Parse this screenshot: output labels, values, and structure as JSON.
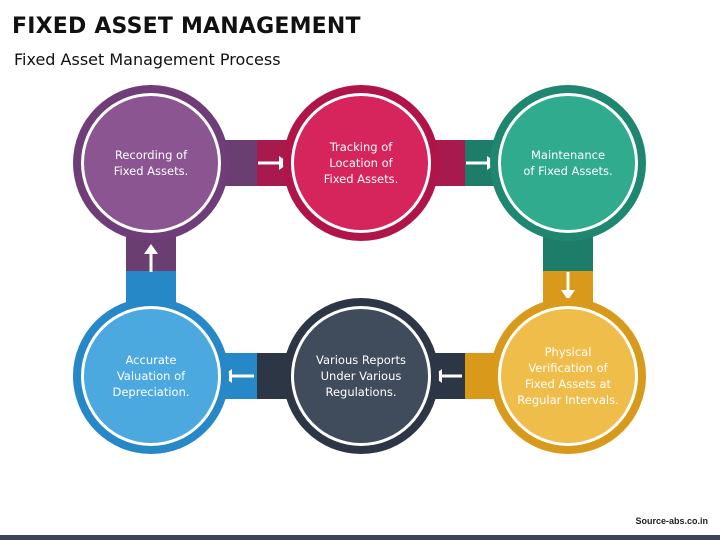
{
  "title": "FIXED ASSET MANAGEMENT",
  "subtitle": "Fixed Asset Management Process",
  "source": "Source-abs.co.in",
  "steps": [
    {
      "lines": [
        "Recording of",
        "Fixed Assets."
      ],
      "color": "#8a5591",
      "ring": "#6f3e78"
    },
    {
      "lines": [
        "Tracking of",
        "Location of",
        "Fixed Assets."
      ],
      "color": "#d6245c",
      "ring": "#b0154a"
    },
    {
      "lines": [
        "Maintenance",
        "of Fixed Assets."
      ],
      "color": "#30ab8e",
      "ring": "#1f8670"
    },
    {
      "lines": [
        "Physical",
        "Verification of",
        "Fixed Assets at",
        "Regular Intervals."
      ],
      "color": "#efbd4a",
      "ring": "#d99a1b"
    },
    {
      "lines": [
        "Various Reports",
        "Under Various",
        "Regulations."
      ],
      "color": "#404b5c",
      "ring": "#2c3645"
    },
    {
      "lines": [
        "Accurate",
        "Valuation of",
        "Depreciation."
      ],
      "color": "#4ba9df",
      "ring": "#2688c6"
    }
  ]
}
